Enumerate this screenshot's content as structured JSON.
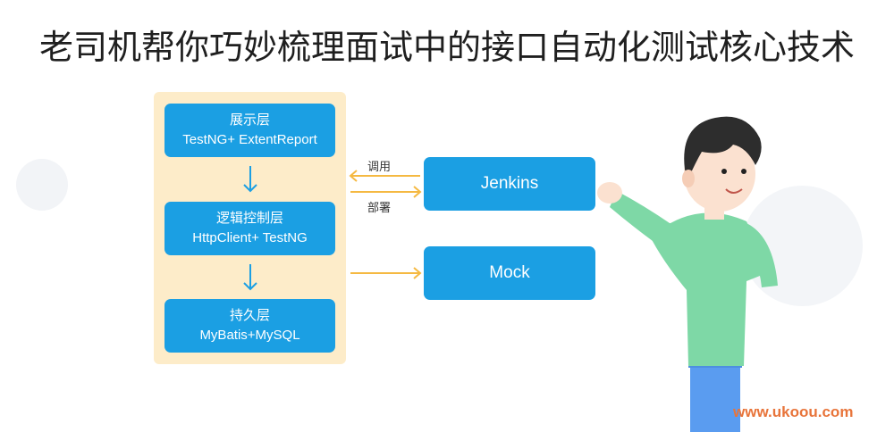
{
  "title": "老司机帮你巧妙梳理面试中的接口自动化测试核心技术",
  "layers": [
    {
      "name": "展示层",
      "tech": "TestNG+ ExtentReport"
    },
    {
      "name": "逻辑控制层",
      "tech": "HttpClient+ TestNG"
    },
    {
      "name": "持久层",
      "tech": "MyBatis+MySQL"
    }
  ],
  "side_nodes": {
    "jenkins": "Jenkins",
    "mock": "Mock"
  },
  "edge_labels": {
    "call": "调用",
    "deploy": "部署"
  },
  "watermark": "www.ukoou.com",
  "colors": {
    "box": "#1b9fe3",
    "panel": "#fdecc9",
    "arrow_vertical": "#1b9fe3",
    "arrow_horizontal": "#f5b942",
    "shirt": "#7ed8a6",
    "pants": "#5a9cf0"
  }
}
